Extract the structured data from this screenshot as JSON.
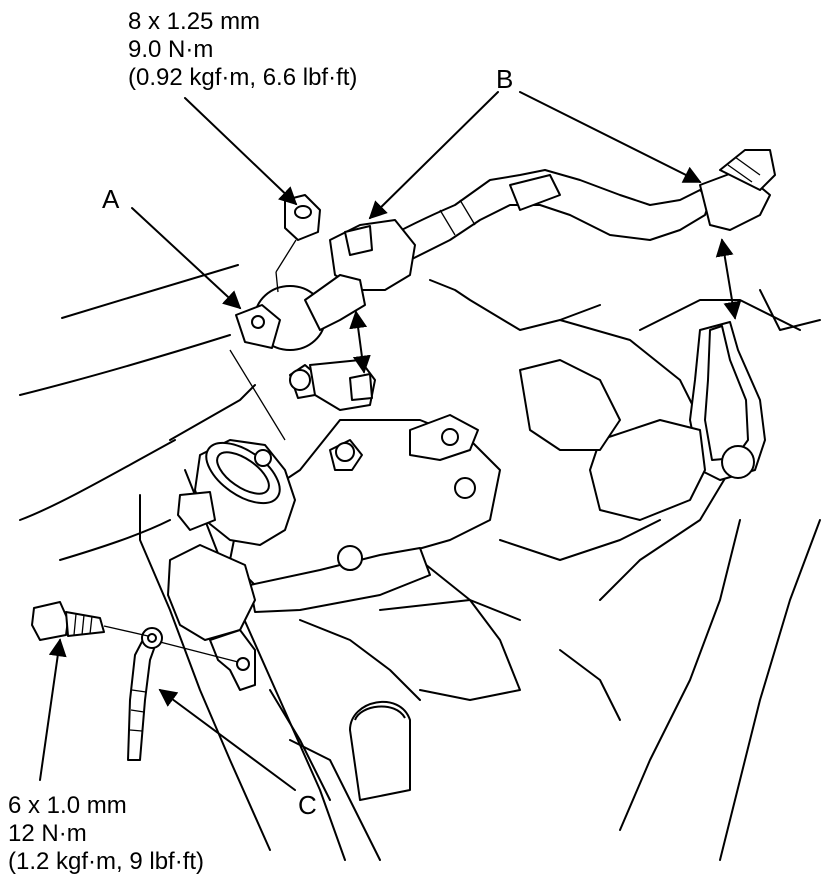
{
  "callouts": {
    "nut_spec": {
      "size": "8 x 1.25 mm",
      "torque_nm": "9.0 N·m",
      "torque_alt": "(0.92 kgf·m, 6.6 lbf·ft)"
    },
    "bolt_spec": {
      "size": "6 x 1.0 mm",
      "torque_nm": "12 N·m",
      "torque_alt": "(1.2 kgf·m, 9 lbf·ft)"
    }
  },
  "labels": {
    "a": "A",
    "b": "B",
    "c": "C"
  }
}
